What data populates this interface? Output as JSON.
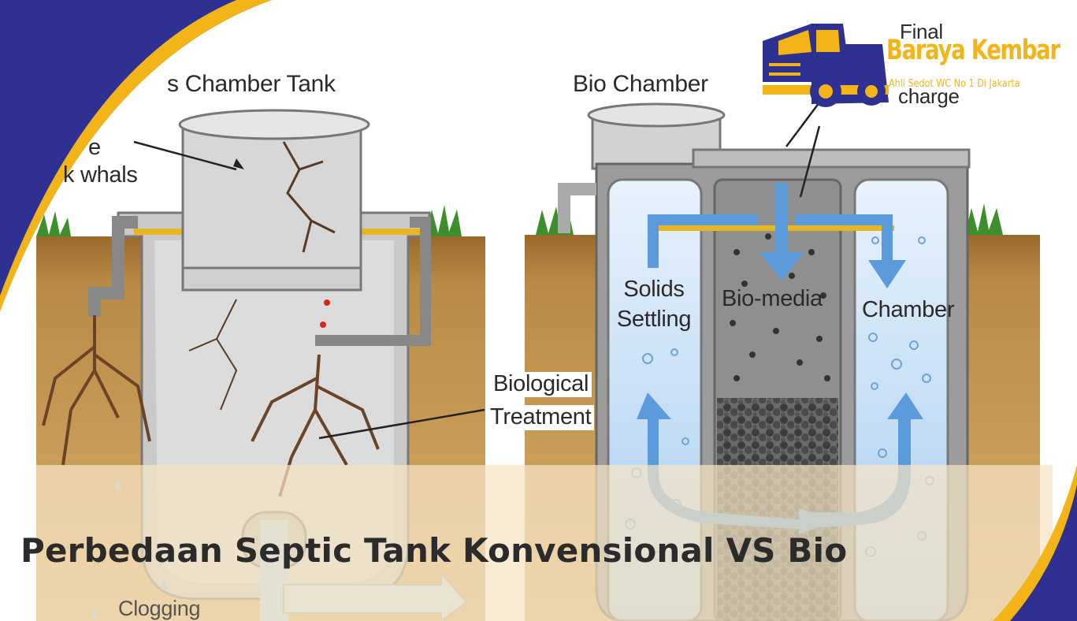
{
  "headline": "Perbedaan Septic Tank Konvensional VS Bio",
  "brand": {
    "name": "Baraya Kembar",
    "tagline": "Ahli Sedot WC No 1 Di Jakarta",
    "logo_icon": "truck-icon"
  },
  "diagram": {
    "left": {
      "title": "s Chamber Tank",
      "callout_upper": [
        "e",
        "k whals"
      ],
      "callout_treatment": [
        "Biological",
        "Treatment"
      ],
      "bottom_label": "Clogging"
    },
    "right": {
      "title": "Bio Chamber",
      "final_discharge": [
        "Final",
        "charge"
      ],
      "chamber_1": [
        "Solids",
        "Settling"
      ],
      "chamber_2": "Bio-media",
      "chamber_3": "Chamber"
    }
  },
  "colors": {
    "frame_navy": "#2e3192",
    "accent_yellow": "#f2b417",
    "soil": "#b98a42",
    "water": "#bcd9f3",
    "arrow": "#5b9bdc"
  }
}
